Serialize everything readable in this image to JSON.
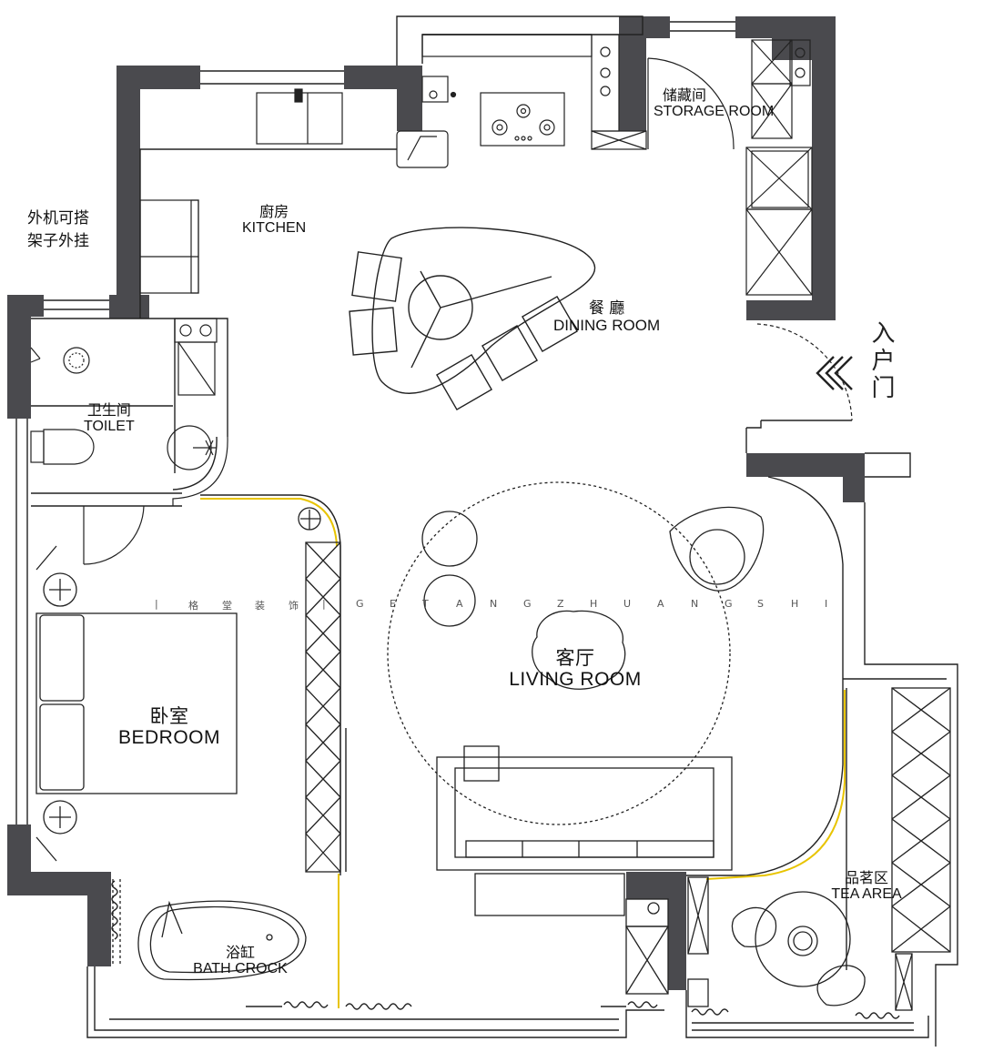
{
  "watermark": {
    "chars": [
      "|",
      "格",
      "堂",
      "装",
      "饰",
      "|",
      "G",
      "E",
      "T",
      "A",
      "N",
      "G",
      "Z",
      "H",
      "U",
      "A",
      "N",
      "G",
      "S",
      "H",
      "I"
    ]
  },
  "rooms": {
    "kitchen": {
      "zh": "廚房",
      "en": "KITCHEN"
    },
    "storage": {
      "zh": "储藏间",
      "en": "STORAGE ROOM"
    },
    "dining": {
      "zh": "餐 廳",
      "en": "DINING ROOM"
    },
    "toilet": {
      "zh": "卫生间",
      "en": "TOILET"
    },
    "living": {
      "zh": "客厅",
      "en": "LIVING ROOM"
    },
    "bedroom": {
      "zh": "卧室",
      "en": "BEDROOM"
    },
    "bath": {
      "zh": "浴缸",
      "en": "BATH CROCK"
    },
    "tea": {
      "zh": "品茗区",
      "en": "TEA AREA"
    }
  },
  "notes": {
    "ac_line1": "外机可搭",
    "ac_line2": "架子外挂"
  },
  "entrance": {
    "label": "入户门"
  },
  "colors": {
    "wall": "#4a4a4e",
    "line": "#222222",
    "accent_yellow": "#e8c400",
    "background": "#ffffff"
  }
}
